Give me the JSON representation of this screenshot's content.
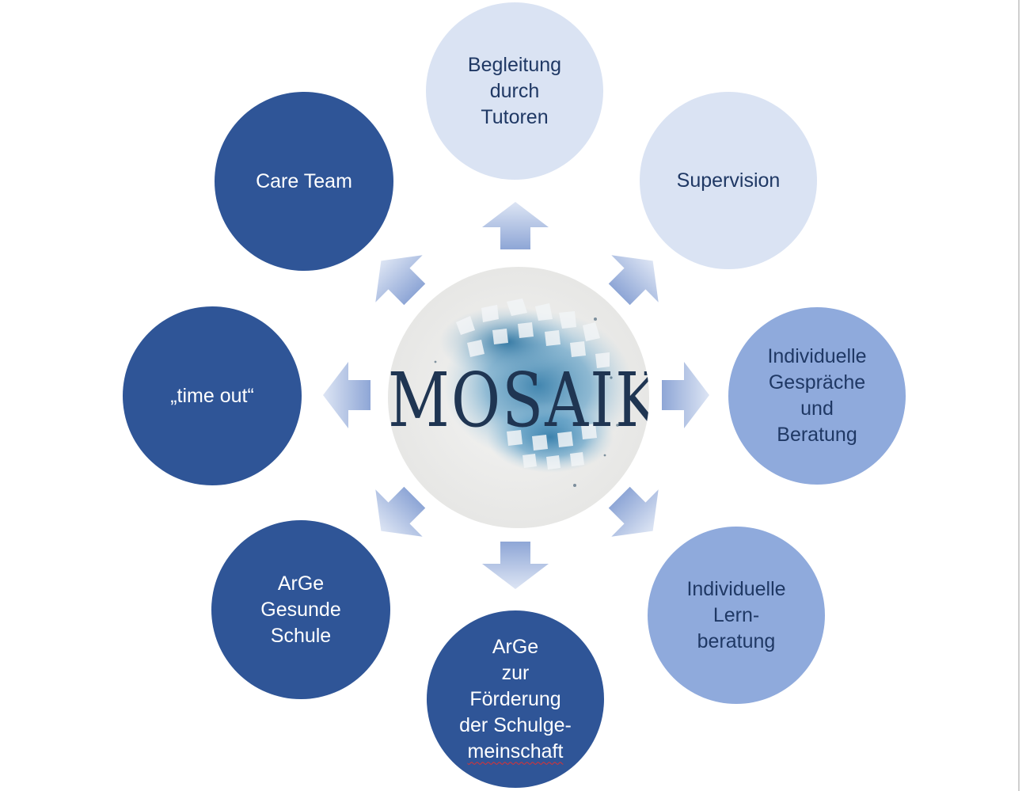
{
  "center": {
    "label": "MOSAIK"
  },
  "nodes": [
    {
      "id": "begleitung",
      "text": "Begleitung\ndurch\nTutoren",
      "style": "light"
    },
    {
      "id": "supervision",
      "text": "Supervision",
      "style": "light"
    },
    {
      "id": "gespraeche",
      "text": "Individuelle\nGespräche\nund\nBeratung",
      "style": "medium"
    },
    {
      "id": "lernberatung",
      "text": "Individuelle\nLern-\nberatung",
      "style": "medium"
    },
    {
      "id": "foerderung",
      "text": "ArGe\nzur\nFörderung\nder Schulge-\nmeinschaft",
      "style": "dark"
    },
    {
      "id": "gesunde-schule",
      "text": "ArGe\nGesunde\nSchule",
      "style": "dark"
    },
    {
      "id": "time-out",
      "text": "„time out“",
      "style": "dark"
    },
    {
      "id": "care-team",
      "text": "Care Team",
      "style": "dark"
    }
  ],
  "colors": {
    "dark": "#2f5597",
    "light": "#dae3f3",
    "medium": "#8faadc",
    "arrow_dark": "#8ea6d6",
    "arrow_light": "#dde5f4",
    "wash": "#3f7faa"
  },
  "icons": {
    "arrow": "block-arrow-icon"
  }
}
